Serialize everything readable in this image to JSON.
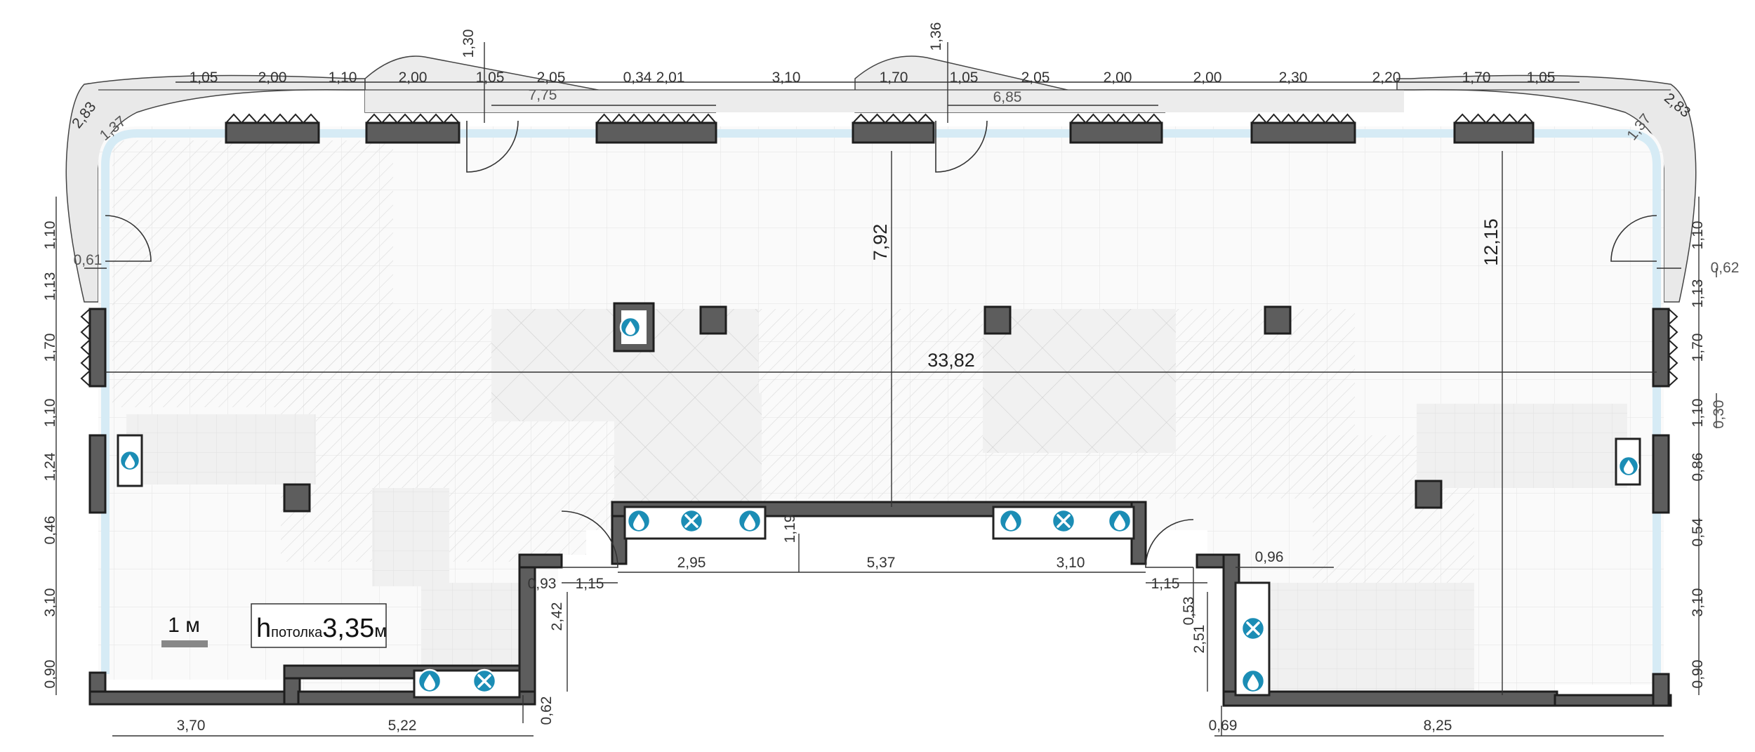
{
  "plan": {
    "scale_label": "1 м",
    "ceiling": {
      "prefix": "h",
      "subscript": "потолка",
      "value": "3,35",
      "unit": "м"
    },
    "overall_length": "33,82",
    "depth_center": "7,92",
    "depth_right": "12,15"
  },
  "dimensions": {
    "top": [
      "1,05",
      "2,00",
      "1,10",
      "2,00",
      "1,05",
      "2,05",
      "0,34",
      "2,01",
      "3,10",
      "1,70",
      "1,05",
      "2,05",
      "2,00",
      "2,00",
      "2,30",
      "2,20",
      "1,70",
      "1,05"
    ],
    "top_secondary": [
      "7,75",
      "6,85"
    ],
    "top_vertical": [
      "1,30",
      "1,36"
    ],
    "corners": [
      "2,83",
      "1,37",
      "2,83",
      "1,37"
    ],
    "left": [
      "1,10",
      "1,13",
      "1,70",
      "1,10",
      "1,24",
      "0,46",
      "3,10",
      "0,90"
    ],
    "left_extra": [
      "0,61"
    ],
    "right": [
      "1,10",
      "1,13",
      "1,70",
      "1,10",
      "0,86",
      "0,54",
      "3,10",
      "0,90"
    ],
    "right_extra": [
      "0,62",
      "0,30"
    ],
    "bottom": [
      "3,70",
      "5,22",
      "0,69",
      "8,25"
    ],
    "notch": [
      "2,95",
      "5,37",
      "3,10",
      "1,15",
      "1,15",
      "0,93",
      "0,96",
      "1,19",
      "2,42",
      "0,53",
      "2,51",
      "0,62"
    ]
  },
  "colors": {
    "wall": "#5d5d5d",
    "glazing": "#d6ebf5",
    "fixture_icon": "#1b8db5",
    "grid": "#e2e2e2"
  },
  "icons": [
    "water-drop-icon",
    "fan-icon"
  ]
}
